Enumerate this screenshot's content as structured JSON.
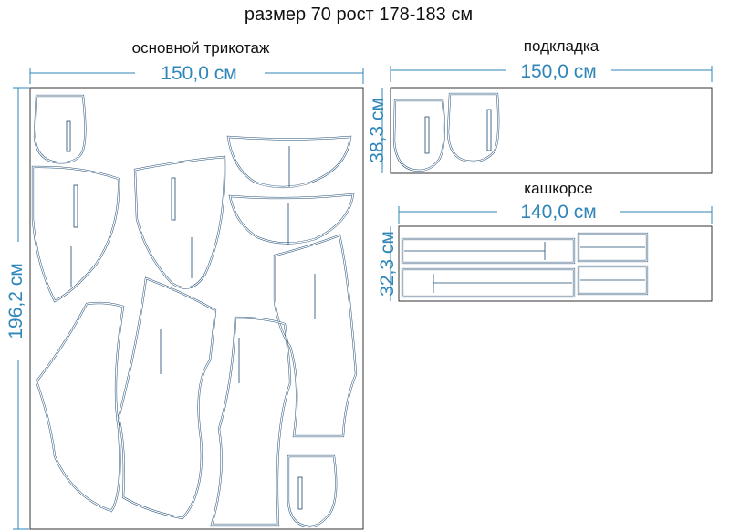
{
  "title": "размер 70 рост 178-183 см",
  "main_fabric": {
    "label": "основной трикотаж",
    "width": "150,0 см",
    "height": "196,2 см"
  },
  "lining": {
    "label": "подкладка",
    "width": "150,0 см",
    "height": "38,3 см"
  },
  "kashkorse": {
    "label": "кашкорсе",
    "width": "140,0 см",
    "height": "32,3 см"
  },
  "colors": {
    "dimension": "#2f86b8",
    "outline": "#1c4a72",
    "frame": "#333333"
  }
}
